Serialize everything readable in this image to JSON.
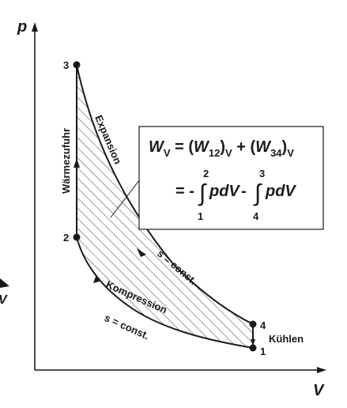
{
  "axes": {
    "y_label": "p",
    "x_label": "V"
  },
  "points": {
    "p1": "1",
    "p2": "2",
    "p3": "3",
    "p4": "4"
  },
  "process_labels": {
    "heat_in": "Wärmezufuhr",
    "expansion": "Expansion",
    "compression": "Kompression",
    "s_const_upper": "s = const.",
    "s_const_lower": "s = const.",
    "cooling": "Kühlen"
  },
  "formula": {
    "W": "W",
    "V_sub": "V",
    "equals_open": " = (",
    "W12": "W",
    "sub12": "12",
    "close_v1": ")",
    "V_sub2": "V",
    "plus_open": " + (",
    "W34": "W",
    "sub34": "34",
    "close_v2": ")",
    "V_sub3": "V",
    "line2_lead": "= -",
    "integral1": "∫",
    "int1_upper": "2",
    "int1_lower": "1",
    "pdV1": "pdV",
    "minus": " - ",
    "integral2": "∫",
    "int2_upper": "3",
    "int2_lower": "4",
    "pdV2": "pdV"
  },
  "margin_marks": {
    "left_v": "V"
  },
  "colors": {
    "ink": "#1a1a1a",
    "hatch": "#2a2a2a",
    "background": "#ffffff"
  }
}
